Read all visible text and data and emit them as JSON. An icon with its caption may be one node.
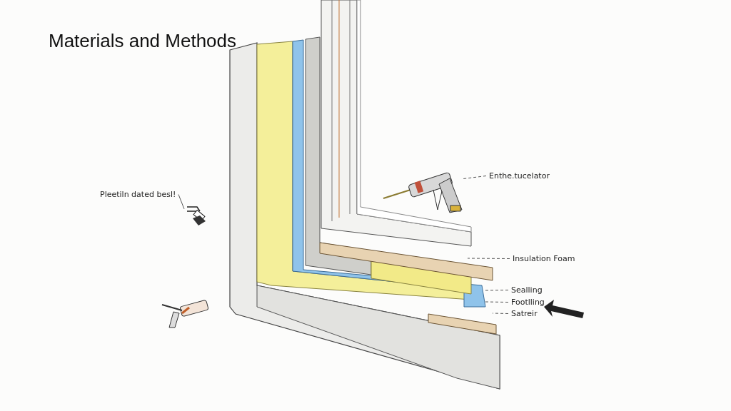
{
  "diagram": {
    "title": "Materials and Methods",
    "nodes": [
      {
        "text": [
          "Pleetiln dated besl!"
        ]
      },
      {
        "text": [],
        "shape": "picture"
      },
      {
        "text": [
          "Enthe.tucelator"
        ]
      },
      {
        "text": [],
        "shape": "picture"
      },
      {
        "text": [
          "Insulation Foam"
        ]
      },
      {
        "text": [
          "Sealling"
        ]
      },
      {
        "text": [
          "Footlling"
        ]
      },
      {
        "text": [
          "Satreir"
        ]
      }
    ],
    "edges": [
      {
        "from": 0,
        "to": 1,
        "arrow": "none"
      },
      {
        "from": 2,
        "to": 3,
        "arrow": "none",
        "style": "dashed"
      },
      {
        "from": 4,
        "to": null,
        "arrow": "none",
        "style": "dashed"
      },
      {
        "from": 5,
        "to": null,
        "arrow": "none",
        "style": "dashed"
      },
      {
        "from": 6,
        "to": null,
        "arrow": "none",
        "style": "dashed"
      },
      {
        "from": 7,
        "to": null,
        "arrow": "none",
        "style": "dashed"
      }
    ]
  }
}
